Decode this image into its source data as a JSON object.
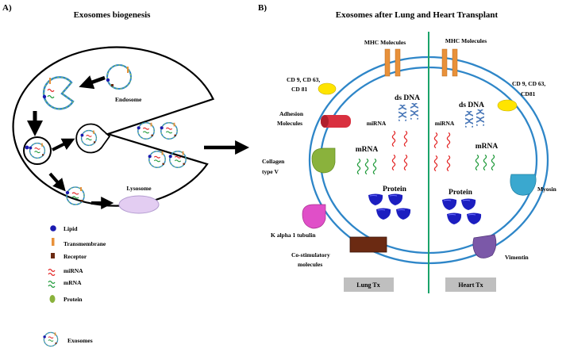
{
  "panel_a": {
    "letter": "A)",
    "title": "Exosomes biogenesis",
    "labels": {
      "endosome": "Endosome",
      "lysosome": "Lysosome"
    },
    "legend": [
      {
        "icon": "lipid-icon",
        "label": "Lipid"
      },
      {
        "icon": "transmembrane-icon",
        "label": "Transmembrane"
      },
      {
        "icon": "receptor-icon",
        "label": "Receptor"
      },
      {
        "icon": "mirna-icon",
        "label": "miRNA"
      },
      {
        "icon": "mrna-icon",
        "label": "mRNA"
      },
      {
        "icon": "protein-icon",
        "label": "Protein"
      },
      {
        "icon": "exosome-icon",
        "label": "Exosomes"
      }
    ]
  },
  "panel_b": {
    "letter": "B)",
    "title": "Exosomes after Lung and Heart Transplant",
    "left": {
      "mhc": "MHC Molecules",
      "cd_line1": "CD 9, CD 63,",
      "cd_line2": "CD 81",
      "adhesion_line1": "Adhesion",
      "adhesion_line2": "Molecules",
      "collagen_line1": "Collagen",
      "collagen_line2": "type V",
      "kalpha": "K alpha 1 tubulin",
      "costim_line1": "Co-stimulatory",
      "costim_line2": "molecules",
      "dsdna": "ds DNA",
      "mirna": "miRNA",
      "mrna": "mRNA",
      "protein": "Protein",
      "footer": "Lung Tx"
    },
    "right": {
      "mhc": "MHC Molecules",
      "cd_line1": "CD 9, CD 63,",
      "cd_line2": "CD81",
      "myosin": "Myosin",
      "vimentin": "Vimentin",
      "dsdna": "ds DNA",
      "mirna": "miRNA",
      "mrna": "mRNA",
      "protein": "Protein",
      "footer": "Heart Tx"
    }
  },
  "colors": {
    "membrane": "#2e86c8",
    "divider": "#1aa36a",
    "mhc": "#e8913a",
    "cd": "#ffe400",
    "adhesion": "#d9303f",
    "collagen": "#8ab23c",
    "kalpha": "#e04fc8",
    "costim": "#6b2a12",
    "myosin": "#3aa8cf",
    "vimentin": "#7b58a8",
    "protein": "#1c1ec0",
    "mirna": "#e32626",
    "mrna": "#1f9a3a",
    "dsdna": "#4a78b8",
    "footer_bg": "#bfbfbf",
    "lysosome": "#e3cdf2"
  }
}
